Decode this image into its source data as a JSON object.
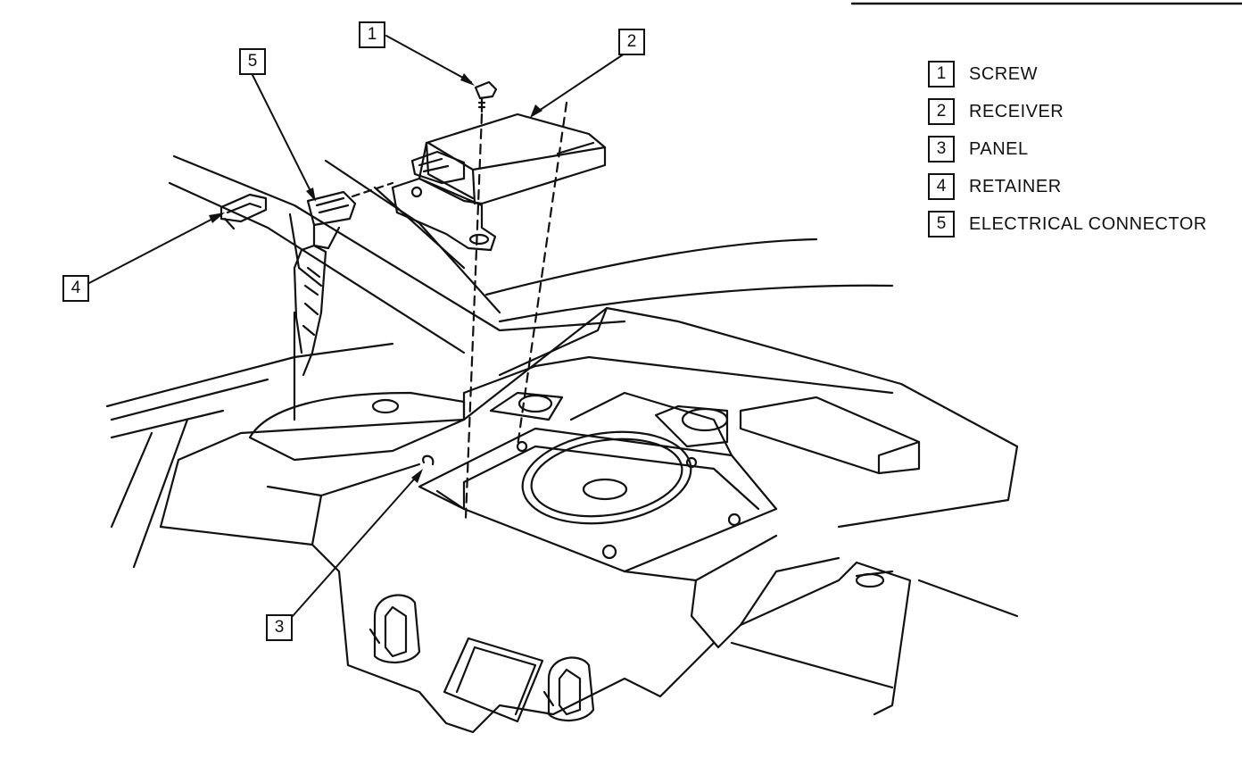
{
  "callouts": [
    {
      "num": "1"
    },
    {
      "num": "2"
    },
    {
      "num": "3"
    },
    {
      "num": "4"
    },
    {
      "num": "5"
    }
  ],
  "legend": [
    {
      "num": "1",
      "label": "SCREW"
    },
    {
      "num": "2",
      "label": "RECEIVER"
    },
    {
      "num": "3",
      "label": "PANEL"
    },
    {
      "num": "4",
      "label": "RETAINER"
    },
    {
      "num": "5",
      "label": "ELECTRICAL CONNECTOR"
    }
  ]
}
